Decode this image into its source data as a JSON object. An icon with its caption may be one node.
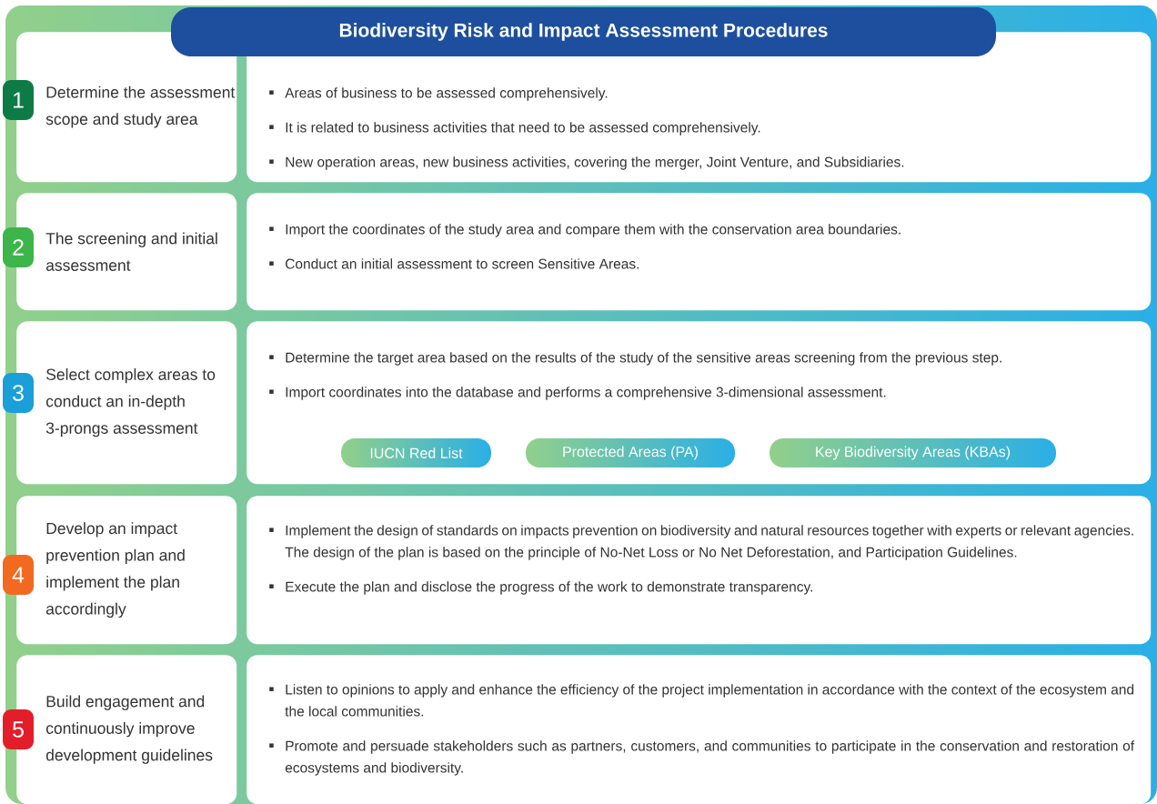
{
  "diagram": {
    "nodes": [
      {
        "text": [
          "Biodiversity Risk and Impact Assessment Procedures"
        ]
      },
      {
        "text": [
          "1"
        ]
      },
      {
        "text": [
          "Determine the assessment scope and study area"
        ]
      },
      {
        "text": [
          "Areas of business to be assessed comprehensively.",
          "It is related to business activities that need to be assessed comprehensively.",
          "New operation areas, new business activities, covering the merger, Joint Venture, and Subsidiaries."
        ]
      },
      {
        "text": [
          "2"
        ]
      },
      {
        "text": [
          "The screening and initial assessment"
        ]
      },
      {
        "text": [
          "Import the coordinates of the study area and compare them with the conservation area boundaries.",
          "Conduct an initial assessment to screen Sensitive Areas."
        ]
      },
      {
        "text": [
          "3"
        ]
      },
      {
        "text": [
          "Select complex areas to conduct an in-depth 3-prongs assessment"
        ]
      },
      {
        "text": [
          "Determine the target area based on the results of the study of the sensitive areas screening from the previous step.",
          "Import coordinates into the database and performs a comprehensive 3-dimensional assessment."
        ]
      },
      {
        "text": [
          "IUCN Red List"
        ],
        "in": 9
      },
      {
        "text": [
          "Protected Areas (PA)"
        ],
        "in": 9
      },
      {
        "text": [
          "Key Biodiversity Areas (KBAs)"
        ],
        "in": 9
      },
      {
        "text": [
          "4"
        ]
      },
      {
        "text": [
          "Develop an impact prevention plan and implement the plan accordingly"
        ]
      },
      {
        "text": [
          "Implement the design of standards on impacts prevention on biodiversity and natural resources together with experts or relevant agencies. The design of the plan is based on the principle of No-Net Loss or No Net Deforestation, and Participation Guidelines.",
          "Execute the plan and disclose the progress of the work to demonstrate transparency."
        ]
      },
      {
        "text": [
          "5"
        ]
      },
      {
        "text": [
          "Build engagement and continuously improve development guidelines"
        ]
      },
      {
        "text": [
          "Listen to opinions to apply and enhance the efficiency of the project implementation in accordance with the context of the ecosystem and the local communities.",
          "Promote and persuade stakeholders such as partners, customers, and communities to participate in the conservation and restoration of ecosystems and biodiversity."
        ]
      }
    ]
  }
}
